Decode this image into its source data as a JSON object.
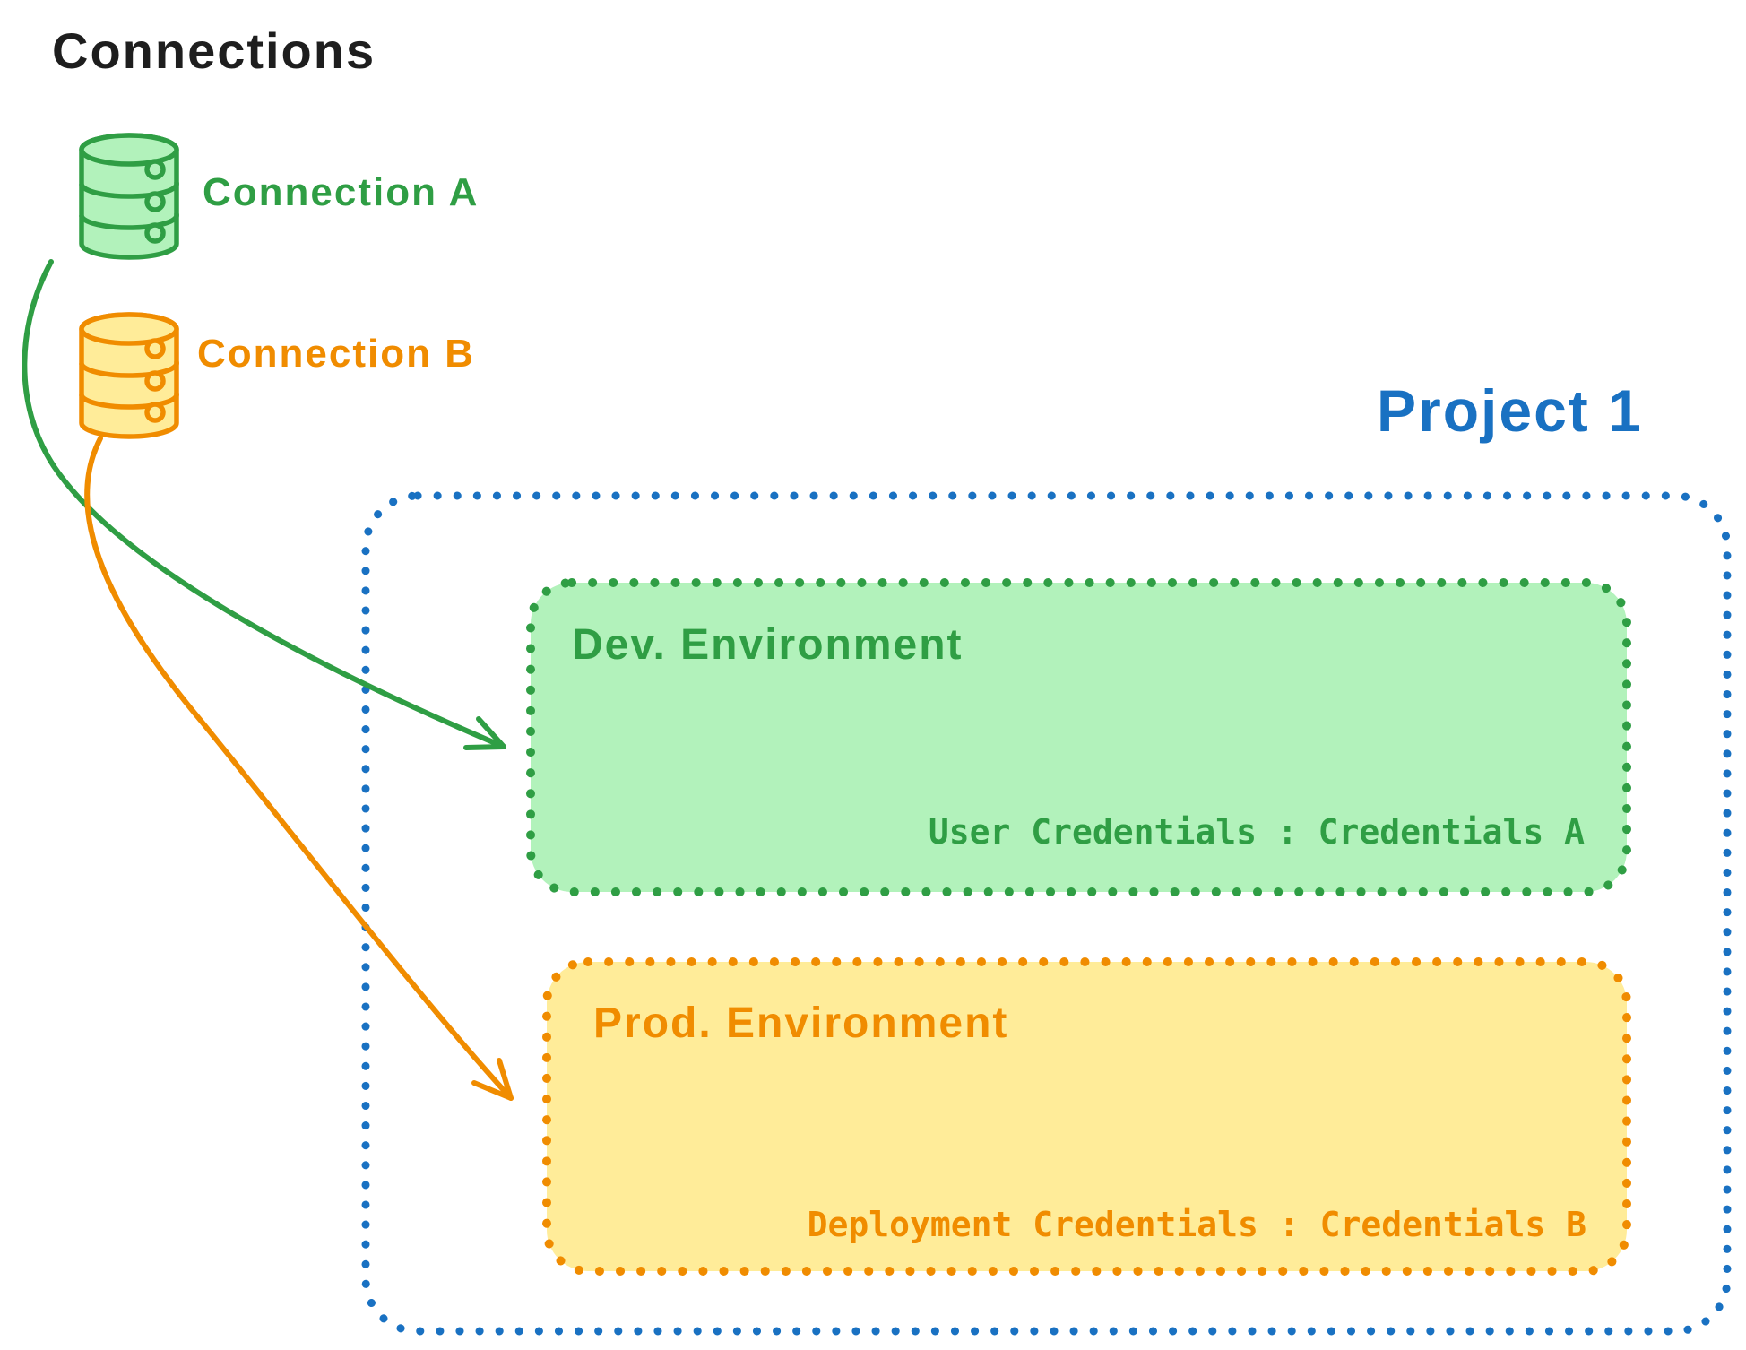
{
  "canvas": {
    "title": "Connections",
    "title_color": "#1e1e1e",
    "background": "#ffffff"
  },
  "connections": [
    {
      "label": "Connection A",
      "color": "#2f9e44",
      "fill": "#b2f2bb",
      "icon": "database-icon"
    },
    {
      "label": "Connection B",
      "color": "#f08c00",
      "fill": "#ffec99",
      "icon": "database-icon"
    }
  ],
  "project": {
    "label": "Project 1",
    "color": "#1971c2",
    "border_style": "dotted",
    "environments": [
      {
        "title": "Dev. Environment",
        "credentials_label": "User Credentials : Credentials A",
        "stroke": "#2f9e44",
        "fill": "#b2f2bb"
      },
      {
        "title": "Prod. Environment",
        "credentials_label": "Deployment Credentials : Credentials B",
        "stroke": "#f08c00",
        "fill": "#ffec99"
      }
    ]
  },
  "arrows": [
    {
      "from": "Connection A",
      "to": "Dev. Environment",
      "color": "#2f9e44"
    },
    {
      "from": "Connection B",
      "to": "Prod. Environment",
      "color": "#f08c00"
    }
  ]
}
